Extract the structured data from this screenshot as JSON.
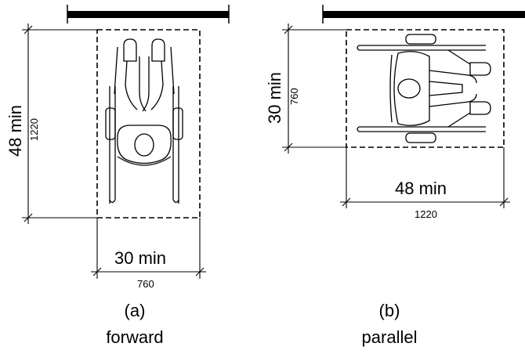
{
  "panel_a": {
    "depth_label": "48 min",
    "depth_metric": "1220",
    "width_label": "30 min",
    "width_metric": "760",
    "caption_letter": "(a)",
    "caption_word": "forward"
  },
  "panel_b": {
    "depth_label": "30 min",
    "depth_metric": "760",
    "width_label": "48 min",
    "width_metric": "1220",
    "caption_letter": "(b)",
    "caption_word": "parallel"
  }
}
